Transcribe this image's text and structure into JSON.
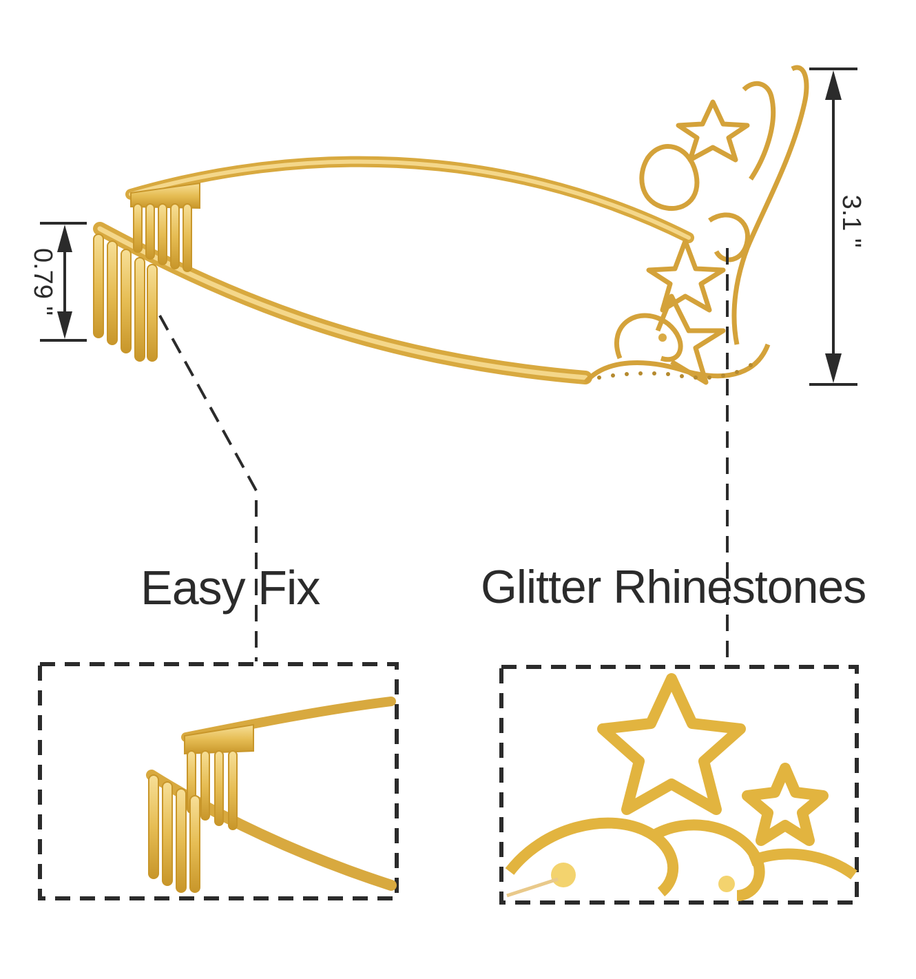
{
  "labels": {
    "left": "Easy Fix",
    "right": "Glitter Rhinestones"
  },
  "dimensions": {
    "height": "3.1 \"",
    "comb": "0.79 \""
  },
  "colors": {
    "gold": "#e8c15a",
    "gold_dark": "#c8962a",
    "gold_light": "#f6dc8f",
    "ink": "#2b2b2b"
  }
}
